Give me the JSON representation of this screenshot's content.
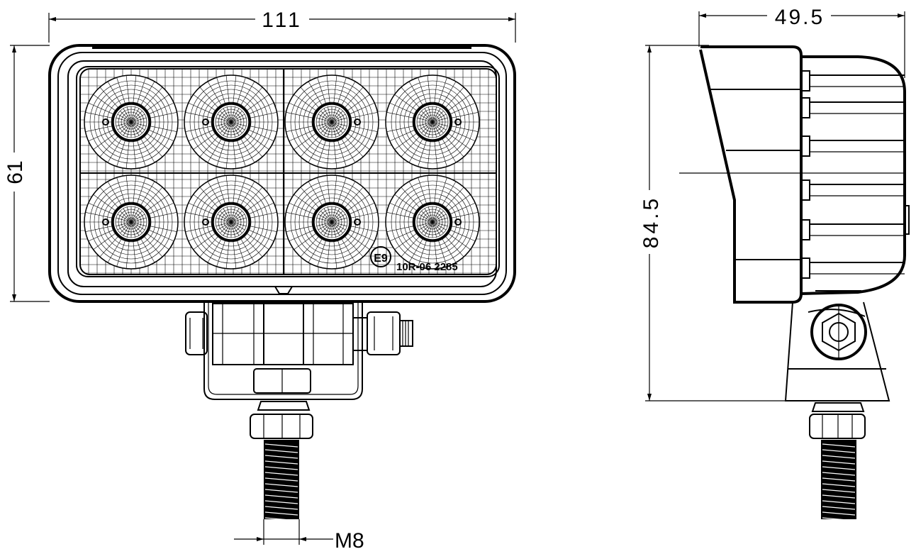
{
  "dimensions": {
    "front_width": "111",
    "front_height": "61",
    "side_depth": "49.5",
    "side_height": "84.5",
    "thread": "M8"
  },
  "marking": {
    "emark_symbol": "E9",
    "approval": "10R-06 2285"
  },
  "front_view": {
    "led_count": 8,
    "led_rows": 2,
    "led_cols": 4
  },
  "colors": {
    "line": "#000000",
    "background": "#ffffff"
  }
}
